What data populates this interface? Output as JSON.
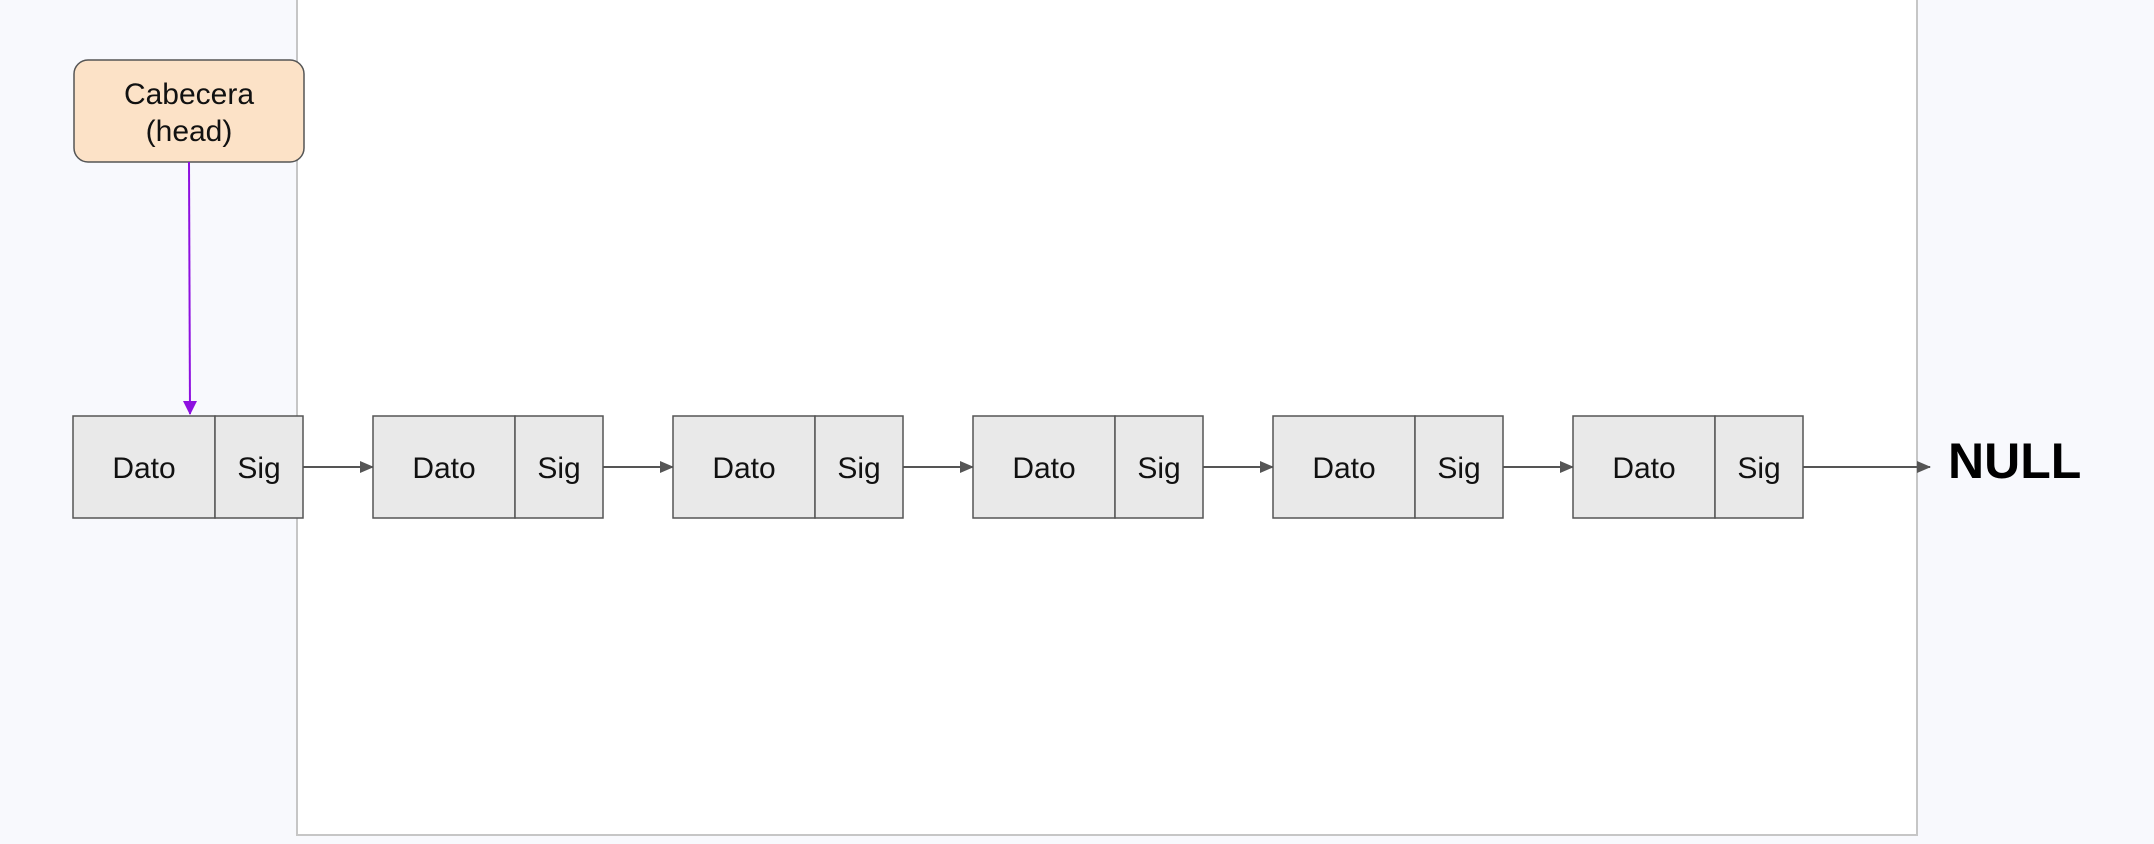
{
  "diagram": {
    "head": {
      "line1": "Cabecera",
      "line2": "(head)",
      "fill": "#fce2c7",
      "stroke": "#555555"
    },
    "head_arrow_color": "#8e10e0",
    "node_fill": "#e9e9e9",
    "node_stroke": "#555555",
    "arrow_color": "#555555",
    "nodes": [
      {
        "data_label": "Dato",
        "next_label": "Sig"
      },
      {
        "data_label": "Dato",
        "next_label": "Sig"
      },
      {
        "data_label": "Dato",
        "next_label": "Sig"
      },
      {
        "data_label": "Dato",
        "next_label": "Sig"
      },
      {
        "data_label": "Dato",
        "next_label": "Sig"
      },
      {
        "data_label": "Dato",
        "next_label": "Sig"
      }
    ],
    "terminal_label": "NULL"
  }
}
